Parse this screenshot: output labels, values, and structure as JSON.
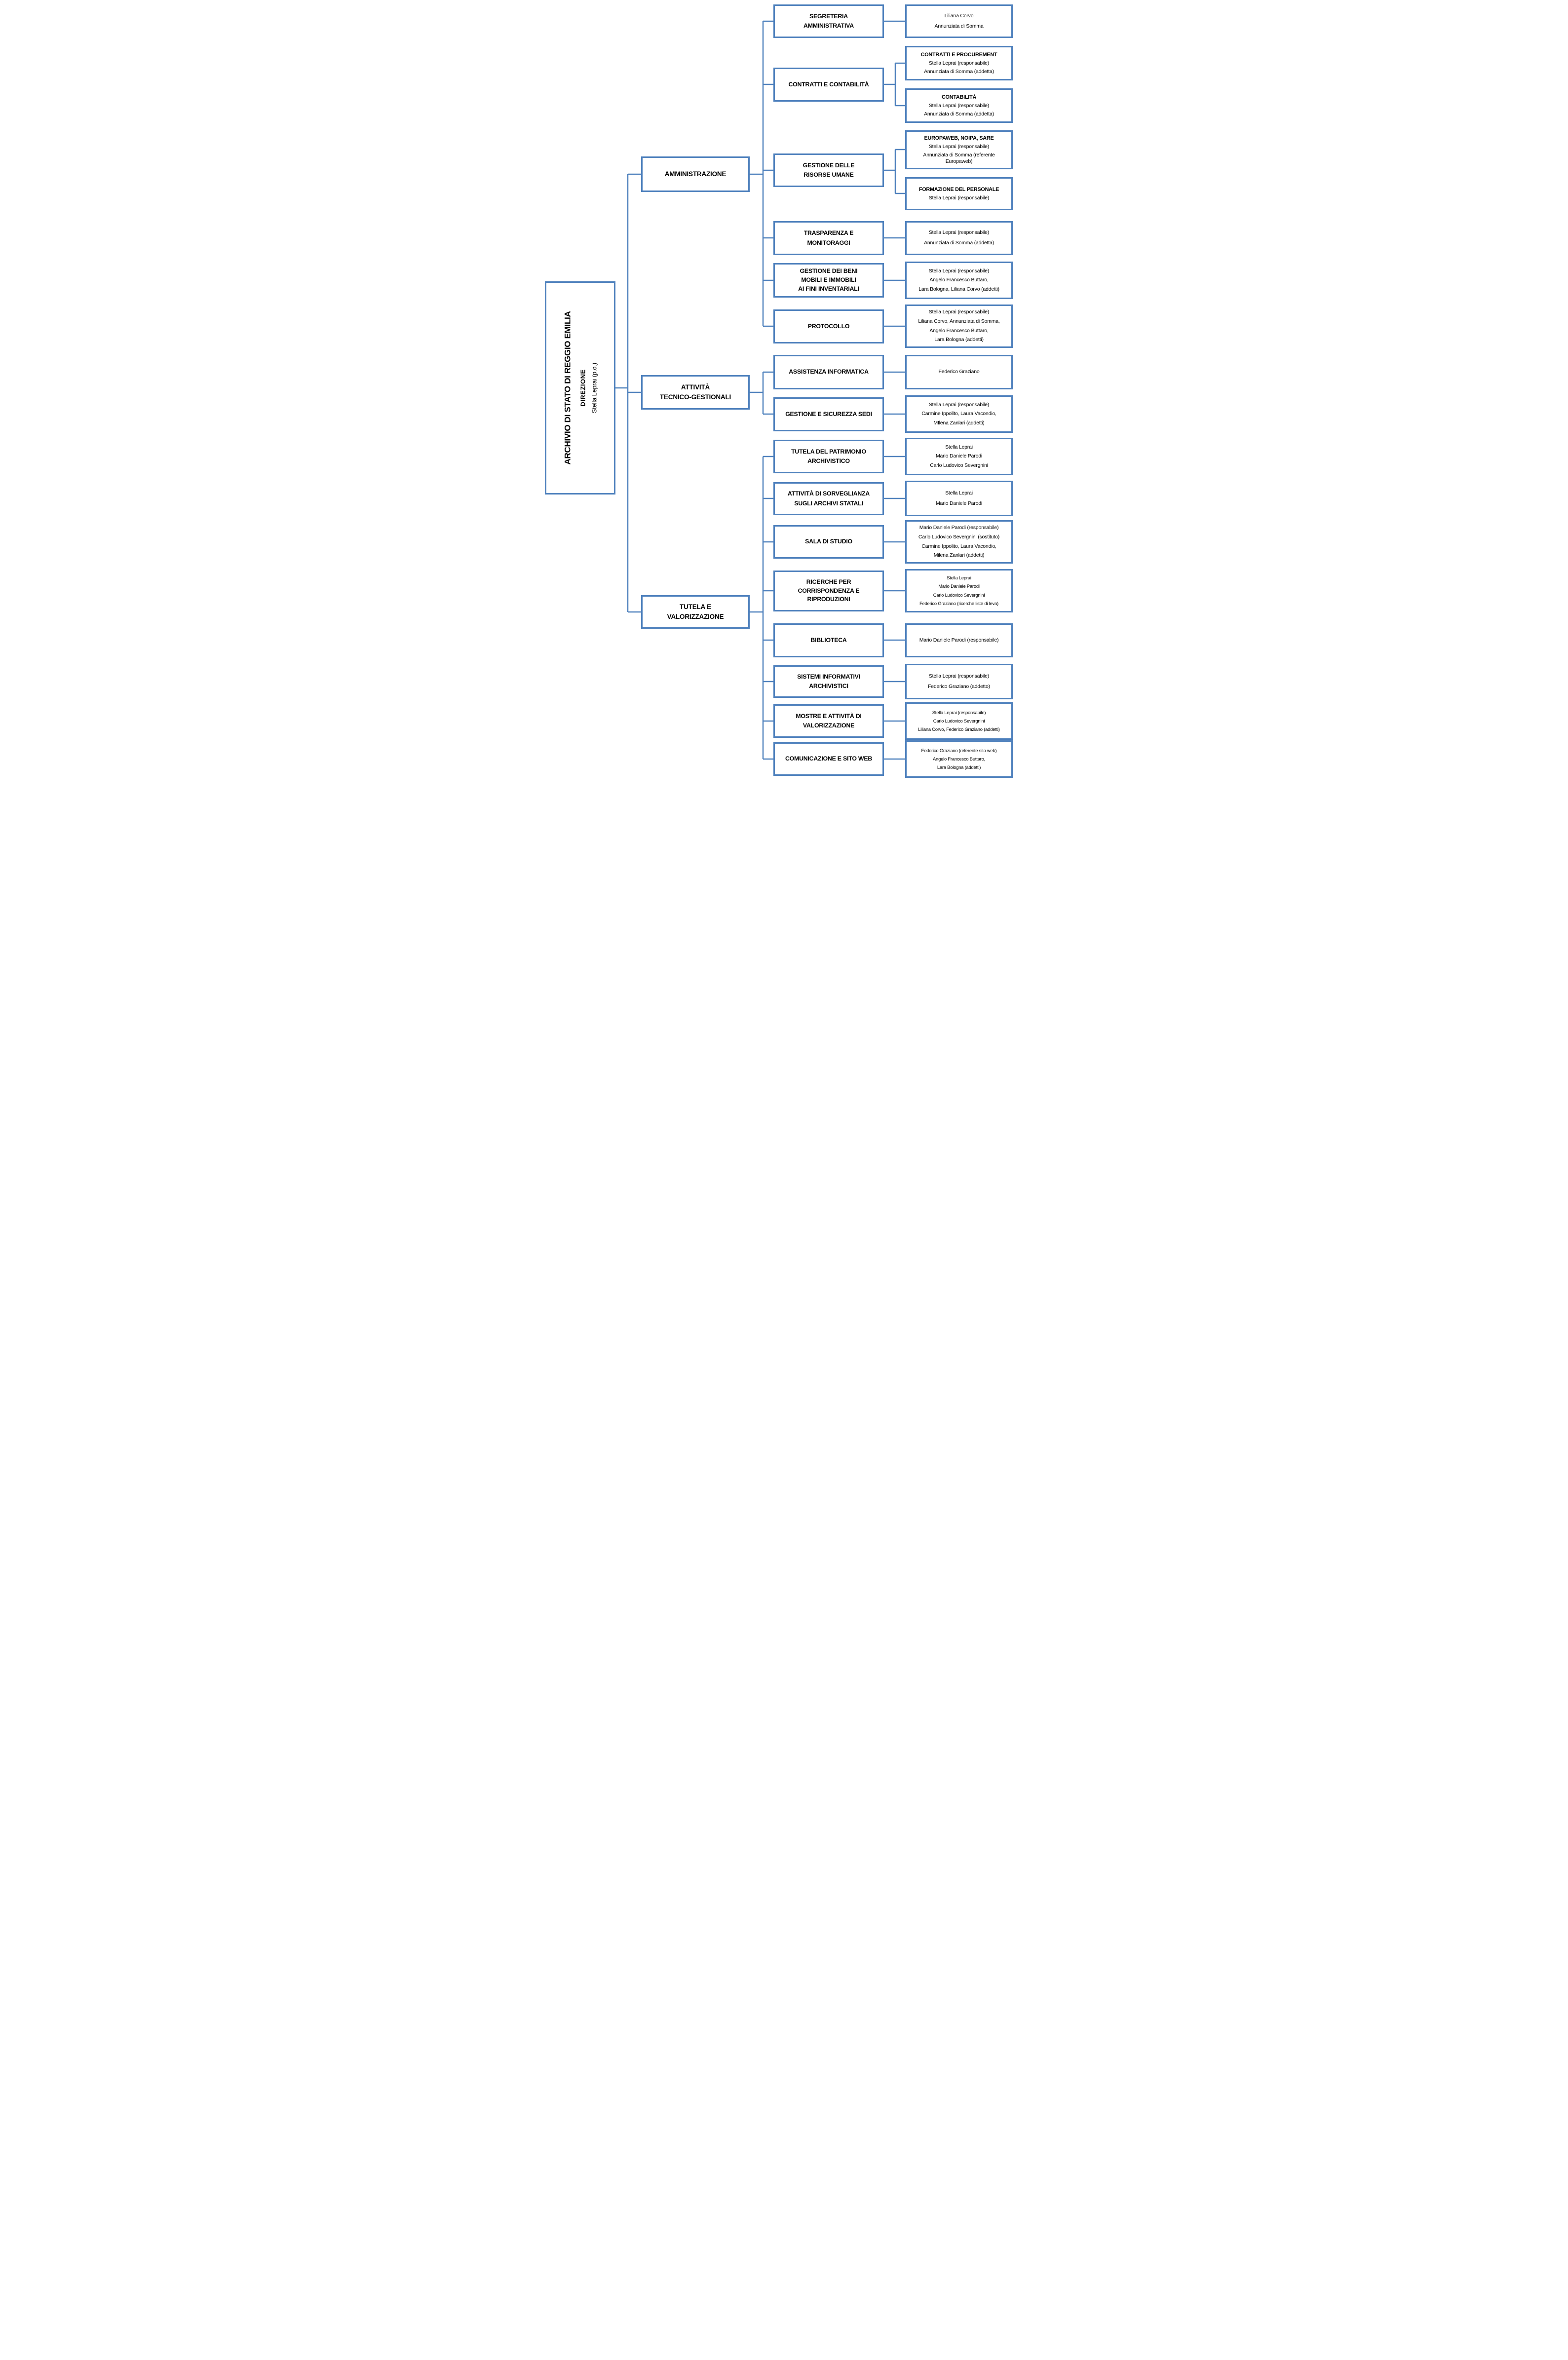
{
  "accent": "#4F81BD",
  "root": {
    "org": "ARCHIVIO DI STATO DI REGGIO EMILIA",
    "unit": "DIREZIONE",
    "head": "Stella Leprai (p.o.)"
  },
  "l1": [
    {
      "lines": [
        "AMMINISTRAZIONE"
      ]
    },
    {
      "lines": [
        "ATTIVITÀ",
        "TECNICO-GESTIONALI"
      ]
    },
    {
      "lines": [
        "TUTELA E",
        "VALORIZZAZIONE"
      ]
    }
  ],
  "rows": [
    {
      "lines": [
        "SEGRETERIA",
        "AMMINISTRATIVA"
      ],
      "names": [
        "Liliana Corvo",
        "Annunziata di Somma"
      ]
    },
    {
      "lines": [
        "CONTRATTI E CONTABILITÀ"
      ],
      "subs": [
        {
          "title": "CONTRATTI E PROCUREMENT",
          "names": [
            "Stella Leprai (responsabile)",
            "Annunziata di Somma (addetta)"
          ]
        },
        {
          "title": "CONTABILITÀ",
          "names": [
            "Stella Leprai (responsabile)",
            "Annunziata di Somma (addetta)"
          ]
        }
      ]
    },
    {
      "lines": [
        "GESTIONE DELLE",
        "RISORSE UMANE"
      ],
      "subs": [
        {
          "title": "EUROPAWEB, NOIPA, SARE",
          "names": [
            "Stella Leprai (responsabile)",
            "Annunziata di Somma (referente Europaweb)"
          ]
        },
        {
          "title": "FORMAZIONE DEL PERSONALE",
          "names": [
            "Stella Leprai (responsabile)"
          ]
        }
      ]
    },
    {
      "lines": [
        "TRASPARENZA E",
        "MONITORAGGI"
      ],
      "names": [
        "Stella Leprai (responsabile)",
        "Annunziata di Somma (addetta)"
      ]
    },
    {
      "lines": [
        "GESTIONE DEI BENI",
        "MOBILI E IMMOBILI",
        "AI FINI INVENTARIALI"
      ],
      "names": [
        "Stella Leprai (responsabile)",
        "Angelo Francesco Buttaro,",
        "Lara Bologna, Liliana Corvo (addetti)"
      ]
    },
    {
      "lines": [
        "PROTOCOLLO"
      ],
      "names": [
        "Stella Leprai (responsabile)",
        "Liliana Corvo, Annunziata di Somma,",
        "Angelo Francesco  Buttaro,",
        "Lara Bologna (addetti)"
      ]
    },
    {
      "lines": [
        "ASSISTENZA INFORMATICA"
      ],
      "names": [
        "Federico Graziano"
      ]
    },
    {
      "lines": [
        "GESTIONE E SICUREZZA SEDI"
      ],
      "names": [
        "Stella Leprai (responsabile)",
        "Carmine Ippolito, Laura Vacondio,",
        "MIlena Zanlari (addetti)"
      ]
    },
    {
      "lines": [
        "TUTELA DEL PATRIMONIO",
        "ARCHIVISTICO"
      ],
      "names": [
        "Stella Leprai",
        "Mario Daniele Parodi",
        "Carlo Ludovico Severgnini"
      ]
    },
    {
      "lines": [
        "ATTIVITÀ DI SORVEGLIANZA",
        "SUGLI ARCHIVI STATALI"
      ],
      "names": [
        "Stella Leprai",
        "Mario Daniele Parodi"
      ]
    },
    {
      "lines": [
        "SALA DI STUDIO"
      ],
      "names": [
        "Mario Daniele Parodi (responsabile)",
        "Carlo Ludovico Severgnini (sostituto)",
        "Carmine Ippolito, Laura Vacondio,",
        "Milena Zanlari (addetti)"
      ]
    },
    {
      "lines": [
        "RICERCHE PER",
        "CORRISPONDENZA E",
        "RIPRODUZIONI"
      ],
      "names": [
        "Stella Leprai",
        "Mario Daniele Parodi",
        "Carlo Ludovico Severgnini",
        "Federico Graziano (ricerche liste di leva)"
      ]
    },
    {
      "lines": [
        "BIBLIOTECA"
      ],
      "names": [
        "Mario Daniele Parodi (responsabile)"
      ]
    },
    {
      "lines": [
        "SISTEMI INFORMATIVI",
        "ARCHIVISTICI"
      ],
      "names": [
        "Stella Leprai (responsabile)",
        "Federico Graziano (addetto)"
      ]
    },
    {
      "lines": [
        "MOSTRE E ATTIVITÀ DI",
        "VALORIZZAZIONE"
      ],
      "names": [
        "Stella Leprai (responsabile)",
        "Carlo Ludovico Severgnini",
        "Liliana Corvo, Federico Graziano (addetti)"
      ]
    },
    {
      "lines": [
        "COMUNICAZIONE E SITO WEB"
      ],
      "names": [
        "Federico Graziano (referente sito web)",
        "Angelo Francesco  Buttaro,",
        "Lara Bologna (addetti)"
      ]
    }
  ]
}
